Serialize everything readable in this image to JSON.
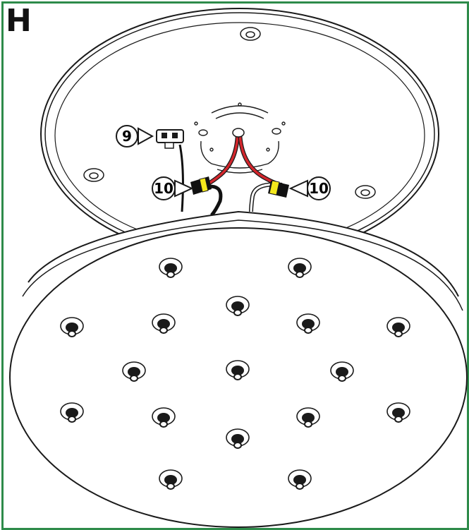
{
  "step": {
    "letter": "H"
  },
  "callouts": {
    "callout_9": "9",
    "callout_10_left": "10",
    "callout_10_right": "10"
  },
  "colors": {
    "frame": "#2e8b4a",
    "line": "#1a1a1a",
    "wire_red": "#d3262c",
    "wire_black": "#111111",
    "connector_yellow": "#f4e81c",
    "background": "#ffffff"
  },
  "icons": {
    "callout_pointer": "triangle-pointer",
    "led_bead": "led-bead-icon",
    "screw": "screw-icon"
  }
}
